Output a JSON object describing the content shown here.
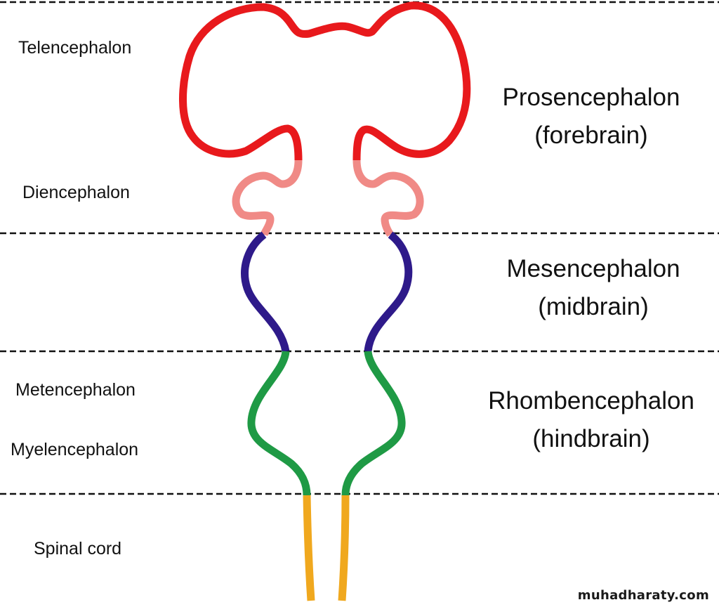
{
  "diagram": {
    "title": "Brain vesicle development",
    "colors": {
      "telencephalon": "#e8191c",
      "diencephalon": "#f08a86",
      "mesencephalon": "#2e1a8a",
      "rhombencephalon": "#1f9a45",
      "spinal_cord": "#f0a81e",
      "divider": "#111111"
    },
    "left_labels": {
      "telencephalon": "Telencephalon",
      "diencephalon": "Diencephalon",
      "metencephalon": "Metencephalon",
      "myelencephalon": "Myelencephalon",
      "spinal_cord": "Spinal cord"
    },
    "right_labels": {
      "prosencephalon": {
        "name": "Prosencephalon",
        "common": "(forebrain)"
      },
      "mesencephalon": {
        "name": "Mesencephalon",
        "common": "(midbrain)"
      },
      "rhombencephalon": {
        "name": "Rhombencephalon",
        "common": "(hindbrain)"
      }
    },
    "watermark": "muhadharaty.com"
  }
}
